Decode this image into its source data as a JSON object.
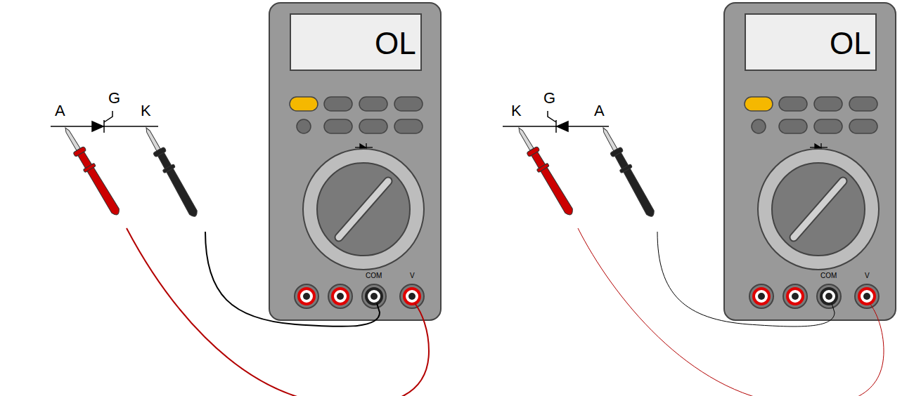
{
  "diagram": {
    "labels": [
      "OL",
      "G",
      "A",
      "K",
      "COM",
      "V",
      "OL",
      "G",
      "K",
      "A",
      "COM",
      "V"
    ]
  }
}
